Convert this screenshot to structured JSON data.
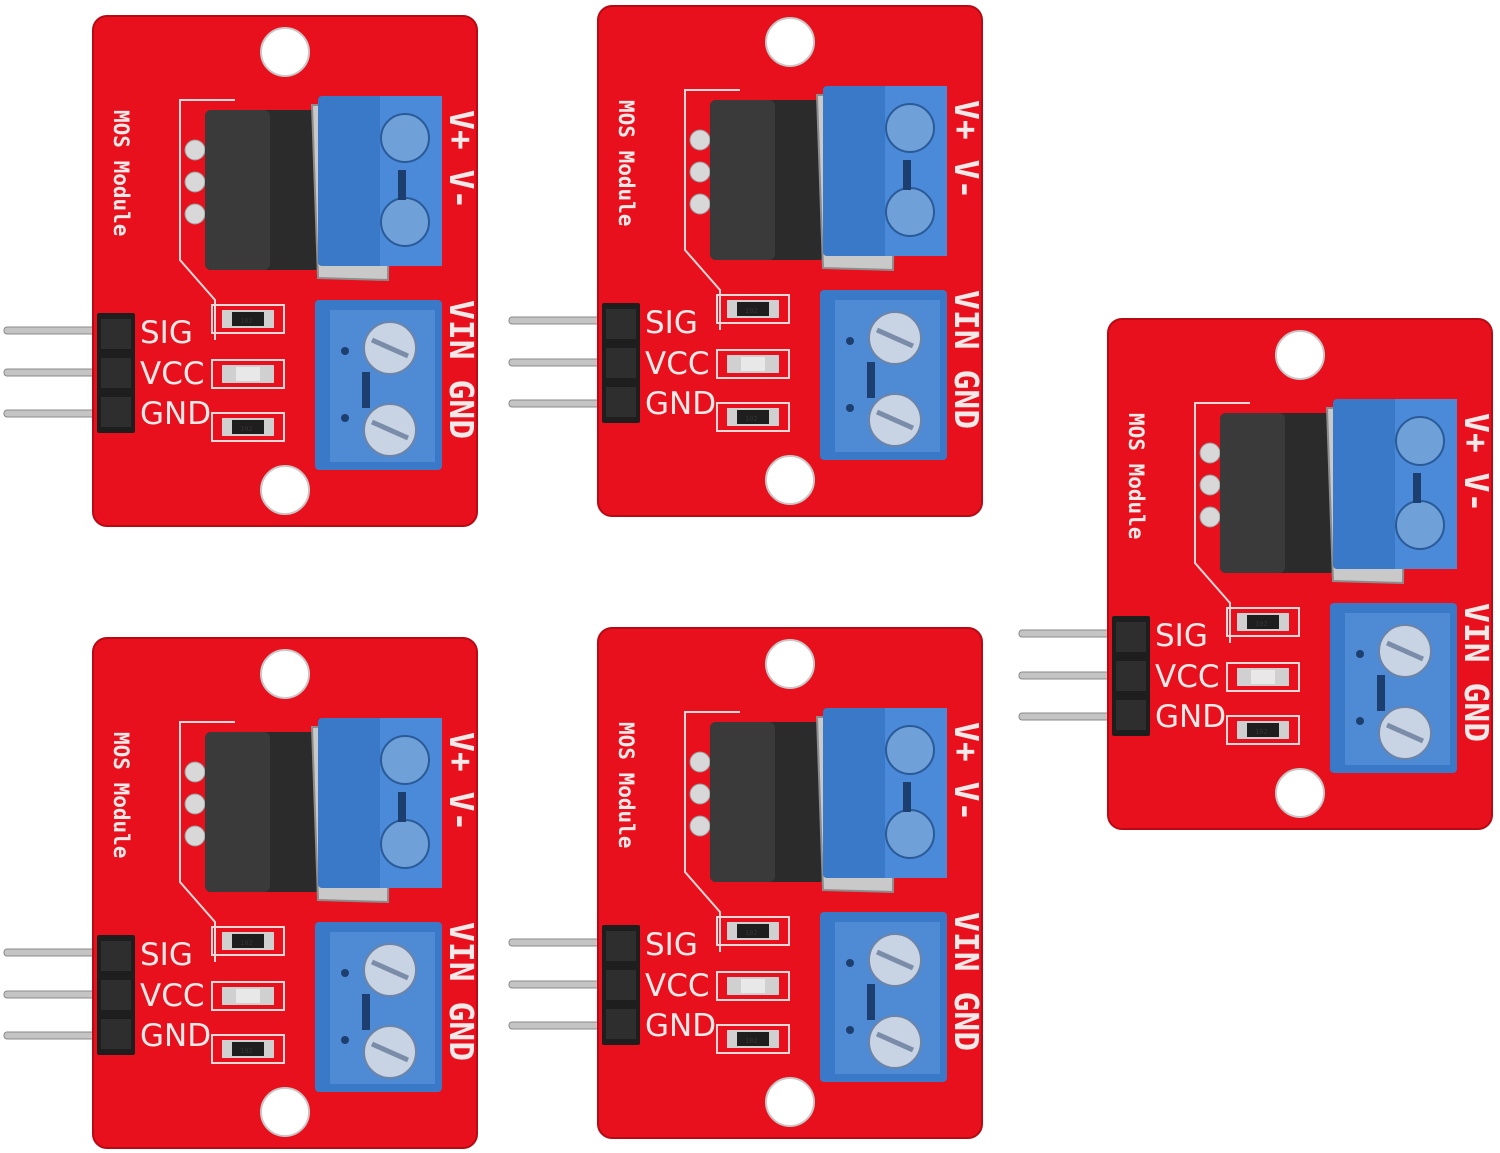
{
  "modules": [
    {
      "module_label": "MOS Module",
      "pins": [
        "SIG",
        "VCC",
        "GND"
      ],
      "output_label": "V+ V-",
      "input_label": "VIN GND",
      "resistor_code": "102"
    },
    {
      "module_label": "MOS Module",
      "pins": [
        "SIG",
        "VCC",
        "GND"
      ],
      "output_label": "V+ V-",
      "input_label": "VIN GND",
      "resistor_code": "102"
    },
    {
      "module_label": "MOS Module",
      "pins": [
        "SIG",
        "VCC",
        "GND"
      ],
      "output_label": "V+ V-",
      "input_label": "VIN GND",
      "resistor_code": "102"
    },
    {
      "module_label": "MOS Module",
      "pins": [
        "SIG",
        "VCC",
        "GND"
      ],
      "output_label": "V+ V-",
      "input_label": "VIN GND",
      "resistor_code": "102"
    },
    {
      "module_label": "MOS Module",
      "pins": [
        "SIG",
        "VCC",
        "GND"
      ],
      "output_label": "V+ V-",
      "input_label": "VIN GND",
      "resistor_code": "102"
    }
  ],
  "colors": {
    "pcb_red": "#e8101c",
    "terminal_blue": "#3a78c8",
    "mosfet_black": "#2b2b2b",
    "heatsink_silver": "#c9c9c9",
    "pin_silver": "#bdbdbd",
    "background": "#ffffff"
  }
}
